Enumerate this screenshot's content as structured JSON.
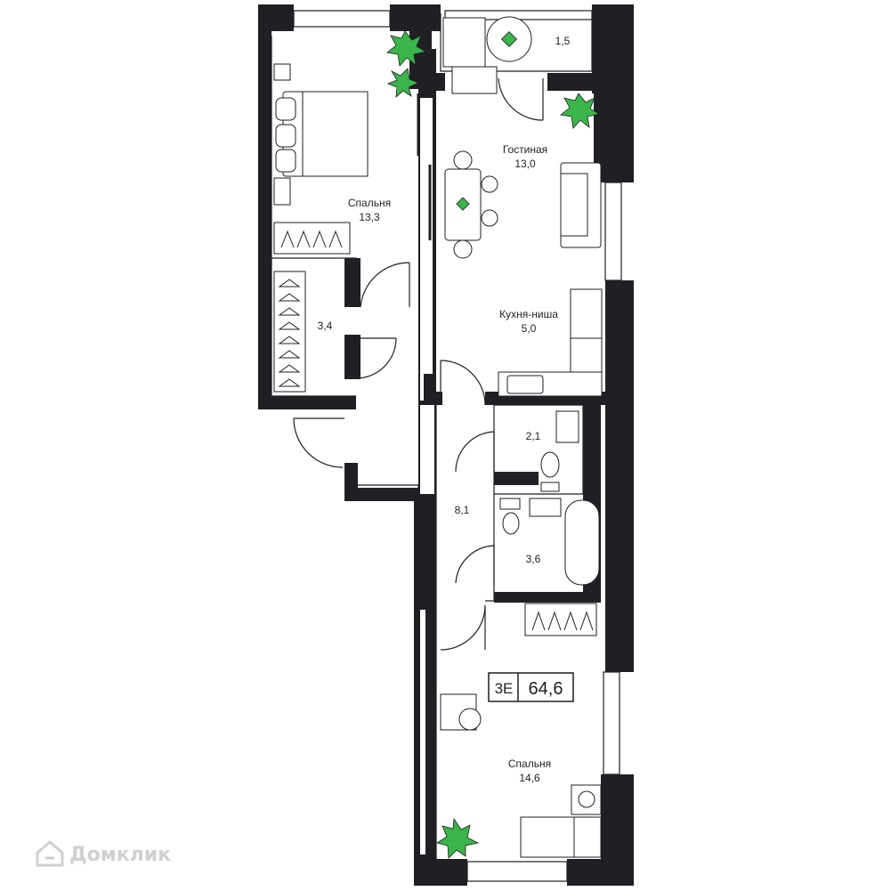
{
  "rooms": {
    "balcony": {
      "area": "1,5"
    },
    "living": {
      "name": "Гостиная",
      "area": "13,0"
    },
    "bedroom1": {
      "name": "Спальня",
      "area": "13,3"
    },
    "closet": {
      "area": "3,4"
    },
    "kitchen": {
      "name": "Кухня-ниша",
      "area": "5,0"
    },
    "wc": {
      "area": "2,1"
    },
    "bathroom": {
      "area": "3,6"
    },
    "hall": {
      "area": "8,1"
    },
    "bedroom2": {
      "name": "Спальня",
      "area": "14,6"
    }
  },
  "badge": {
    "type": "3E",
    "total": "64,6"
  },
  "watermark": {
    "text": "Домклик",
    "icon": "house-logo-icon"
  },
  "colors": {
    "wall": "#1f1f24",
    "plant": "#39b54a",
    "watermark": "#cfd0d4"
  }
}
